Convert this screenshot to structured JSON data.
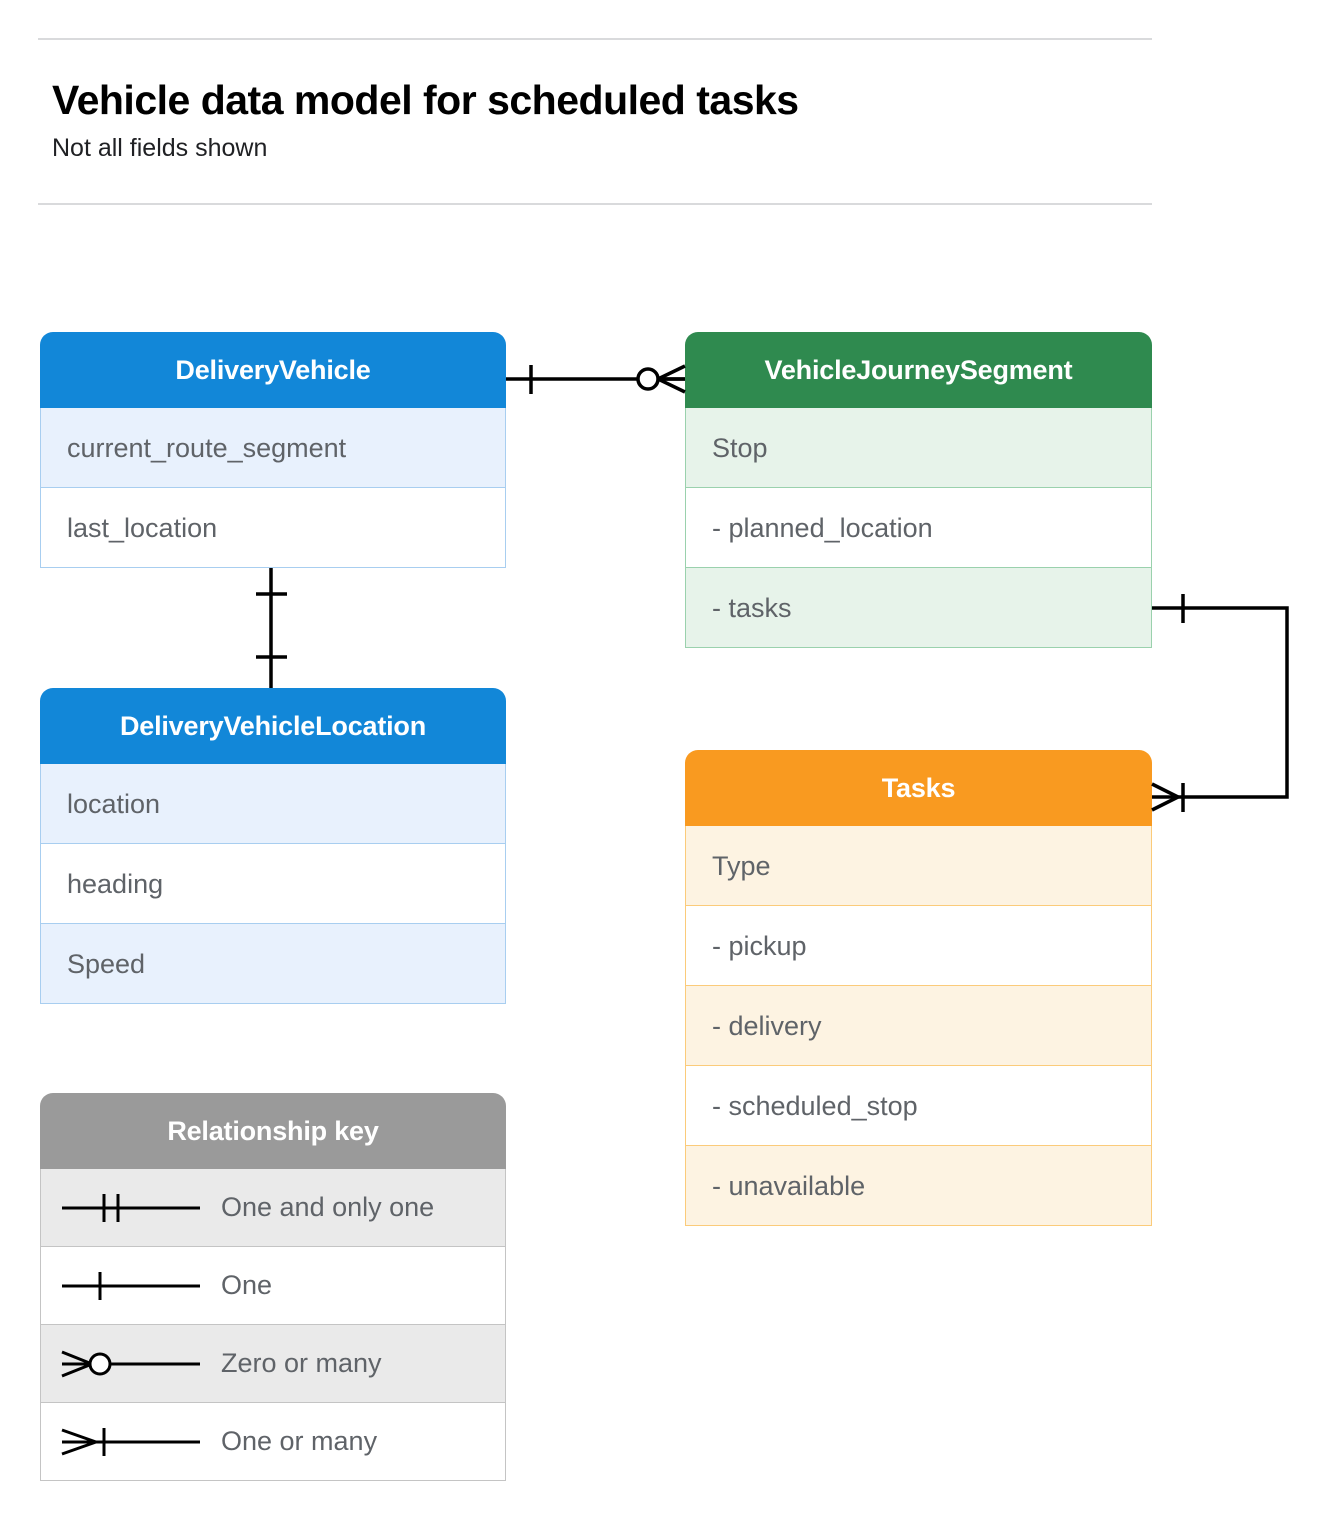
{
  "header": {
    "title": "Vehicle data model for scheduled tasks",
    "subtitle": "Not all fields shown"
  },
  "colors": {
    "blue": "#1287d8",
    "blue_row": "#e8f1fd",
    "green": "#2f8a4f",
    "green_row": "#e7f3ea",
    "orange": "#f99a20",
    "orange_row": "#fdf3e2",
    "grey": "#9a9a9a",
    "grey_row": "#eaeaea",
    "line": "#000000",
    "text": "#5f6368",
    "rule": "#d9dadc"
  },
  "entities": [
    {
      "id": "delivery-vehicle",
      "name": "DeliveryVehicle",
      "theme": "blue",
      "rows": [
        "current_route_segment",
        "last_location"
      ]
    },
    {
      "id": "vehicle-journey-segment",
      "name": "VehicleJourneySegment",
      "theme": "green",
      "rows": [
        "Stop",
        "-  planned_location",
        "- tasks"
      ]
    },
    {
      "id": "delivery-vehicle-location",
      "name": "DeliveryVehicleLocation",
      "theme": "blue",
      "rows": [
        "location",
        "heading",
        "Speed"
      ]
    },
    {
      "id": "tasks",
      "name": "Tasks",
      "theme": "orange",
      "rows": [
        "Type",
        "-  pickup",
        "-  delivery",
        "-  scheduled_stop",
        "-  unavailable"
      ]
    }
  ],
  "legend": {
    "title": "Relationship key",
    "items": [
      {
        "symbol": "one-and-only-one-icon",
        "label": "One and only one"
      },
      {
        "symbol": "one-icon",
        "label": "One"
      },
      {
        "symbol": "zero-or-many-icon",
        "label": "Zero or many"
      },
      {
        "symbol": "one-or-many-icon",
        "label": "One or many"
      }
    ]
  },
  "relationships": [
    {
      "id": "vehicle-to-journey-segment",
      "from": "DeliveryVehicle",
      "to": "VehicleJourneySegment",
      "from_cardinality": "One",
      "to_cardinality": "Zero or many"
    },
    {
      "id": "vehicle-to-vehicle-location",
      "from": "DeliveryVehicle",
      "to": "DeliveryVehicleLocation",
      "from_cardinality": "One",
      "to_cardinality": "One"
    },
    {
      "id": "journey-segment-tasks-to-tasks",
      "from": "VehicleJourneySegment.tasks",
      "to": "Tasks",
      "from_cardinality": "One",
      "to_cardinality": "One or many"
    }
  ]
}
